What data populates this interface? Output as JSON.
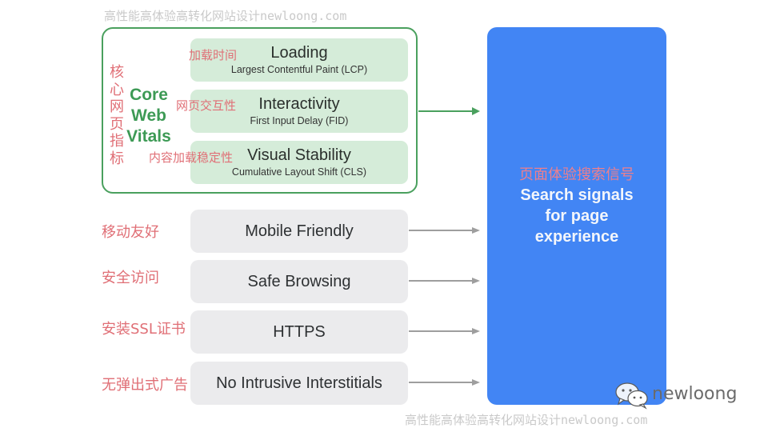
{
  "watermark_top": "高性能高体验高转化网站设计newloong.com",
  "watermark_bottom": "高性能高体验高转化网站设计newloong.com",
  "core_web_vitals": {
    "label_cn": "核心网页指标",
    "label_cn_chars": [
      "核",
      "心",
      "网",
      "页",
      "指",
      "标"
    ],
    "label_en_lines": [
      "Core",
      "Web",
      "Vitals"
    ],
    "metrics": [
      {
        "title": "Loading",
        "subtitle": "Largest Contentful Paint (LCP)",
        "label_cn": "加载时间"
      },
      {
        "title": "Interactivity",
        "subtitle": "First Input Delay (FID)",
        "label_cn": "网页交互性"
      },
      {
        "title": "Visual Stability",
        "subtitle": "Cumulative Layout Shift (CLS)",
        "label_cn": "内容加载稳定性"
      }
    ]
  },
  "signals": [
    {
      "title": "Mobile Friendly",
      "label_cn": "移动友好"
    },
    {
      "title": "Safe Browsing",
      "label_cn": "安全访问"
    },
    {
      "title": "HTTPS",
      "label_cn": "安装SSL证书"
    },
    {
      "title": "No Intrusive Interstitials",
      "label_cn": "无弹出式广告"
    }
  ],
  "target": {
    "label_cn": "页面体验搜索信号",
    "label_en_lines": [
      "Search signals",
      "for page",
      "experience"
    ]
  },
  "brand": {
    "name": "newloong",
    "icon": "wechat-icon"
  },
  "colors": {
    "green_accent": "#4aa05e",
    "green_fill": "#d5ecd9",
    "grey_fill": "#ebebed",
    "blue": "#4285f4",
    "annotation_red": "#e06f76",
    "arrow_grey": "#9e9e9e"
  }
}
